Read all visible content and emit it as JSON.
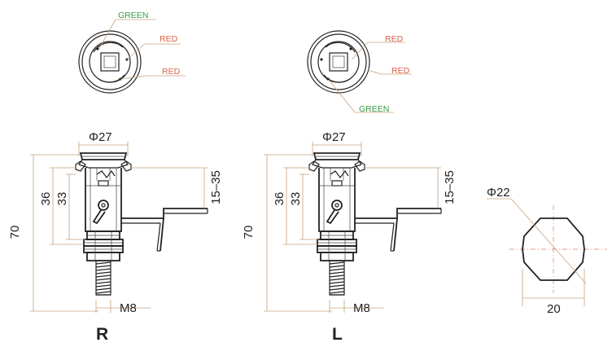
{
  "colors": {
    "green": "#3a9a4a",
    "red": "#d9604a",
    "leader": "#c7a17c",
    "line": "#222222"
  },
  "top_views": [
    {
      "callouts": {
        "green": "GREEN",
        "red1": "RED",
        "red2": "RED"
      }
    },
    {
      "callouts": {
        "red1": "RED",
        "red2": "RED",
        "green": "GREEN"
      }
    }
  ],
  "side_views": [
    {
      "label": "R",
      "dims": {
        "phi": "Φ27",
        "h36": "36",
        "h33": "33",
        "h70": "70",
        "range": "15–35",
        "thread": "M8"
      }
    },
    {
      "label": "L",
      "dims": {
        "phi": "Φ27",
        "h36": "36",
        "h33": "33",
        "h70": "70",
        "range": "15–35",
        "thread": "M8"
      }
    }
  ],
  "cutout": {
    "phi": "Φ22",
    "width": "20"
  }
}
